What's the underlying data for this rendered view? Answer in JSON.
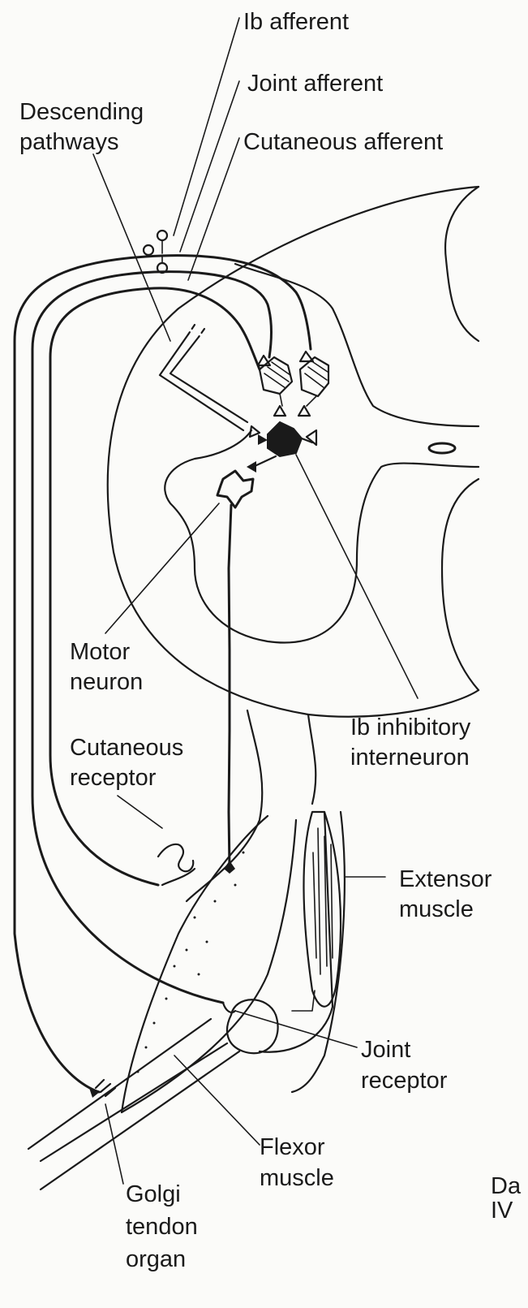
{
  "labels": {
    "ib_afferent": "Ib afferent",
    "joint_afferent": "Joint afferent",
    "cutaneous_afferent": "Cutaneous afferent",
    "descending_1": "Descending",
    "descending_2": "pathways",
    "motor_1": "Motor",
    "motor_2": "neuron",
    "ib_inhib_1": "Ib inhibitory",
    "ib_inhib_2": "interneuron",
    "cutaneous_rec_1": "Cutaneous",
    "cutaneous_rec_2": "receptor",
    "extensor_1": "Extensor",
    "extensor_2": "muscle",
    "joint_rec_1": "Joint",
    "joint_rec_2": "receptor",
    "flexor_1": "Flexor",
    "flexor_2": "muscle",
    "golgi_1": "Golgi",
    "golgi_2": "tendon",
    "golgi_3": "organ",
    "corner_1": "Da",
    "corner_2": "IV"
  },
  "colors": {
    "ink": "#1a1a1a",
    "paper": "#fbfbf9"
  }
}
